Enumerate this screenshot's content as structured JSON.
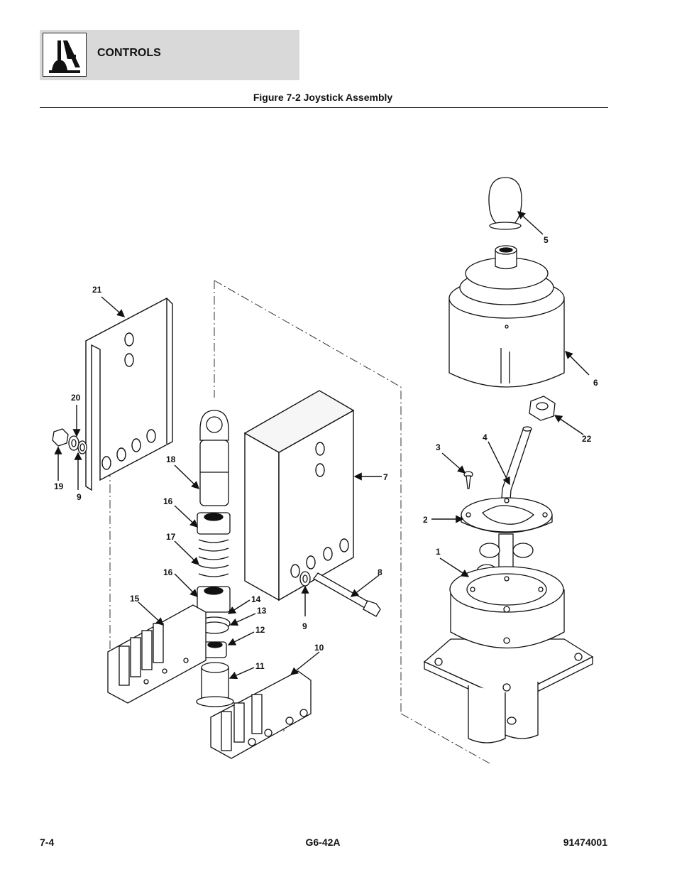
{
  "header": {
    "section_title": "CONTROLS",
    "icon": "joystick-controls-icon"
  },
  "figure": {
    "title": "Figure 7-2 Joystick Assembly",
    "callouts": [
      "1",
      "2",
      "3",
      "4",
      "5",
      "6",
      "7",
      "8",
      "9",
      "9",
      "10",
      "11",
      "12",
      "13",
      "14",
      "15",
      "16",
      "16",
      "17",
      "18",
      "19",
      "20",
      "21",
      "22"
    ]
  },
  "footer": {
    "page_number": "7-4",
    "model": "G6-42A",
    "part_number": "91474001"
  }
}
